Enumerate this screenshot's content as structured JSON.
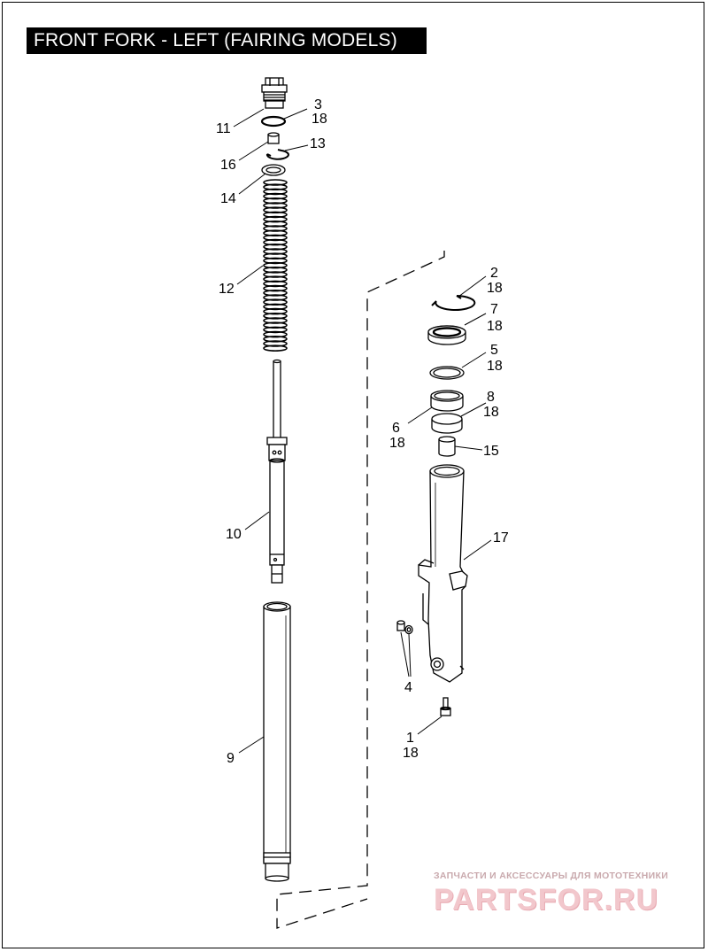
{
  "title": "FRONT FORK - LEFT (FAIRING MODELS)",
  "callouts": {
    "c11": "11",
    "c3": "3",
    "c3_qty": "18",
    "c13": "13",
    "c16": "16",
    "c14": "14",
    "c12": "12",
    "c10": "10",
    "c9": "9",
    "c2": "2",
    "c2_qty": "18",
    "c7": "7",
    "c7_qty": "18",
    "c5": "5",
    "c5_qty": "18",
    "c8": "8",
    "c8_qty": "18",
    "c6": "6",
    "c6_qty": "18",
    "c15": "15",
    "c17": "17",
    "c4": "4",
    "c1": "1",
    "c1_qty": "18"
  },
  "watermark": {
    "tagline": "ЗАПЧАСТИ И АКСЕССУАРЫ ДЛЯ МОТОТЕХНИКИ",
    "brand": "PARTSFOR.RU"
  },
  "colors": {
    "line": "#000000",
    "watermark_text": "#f2c7cc"
  }
}
